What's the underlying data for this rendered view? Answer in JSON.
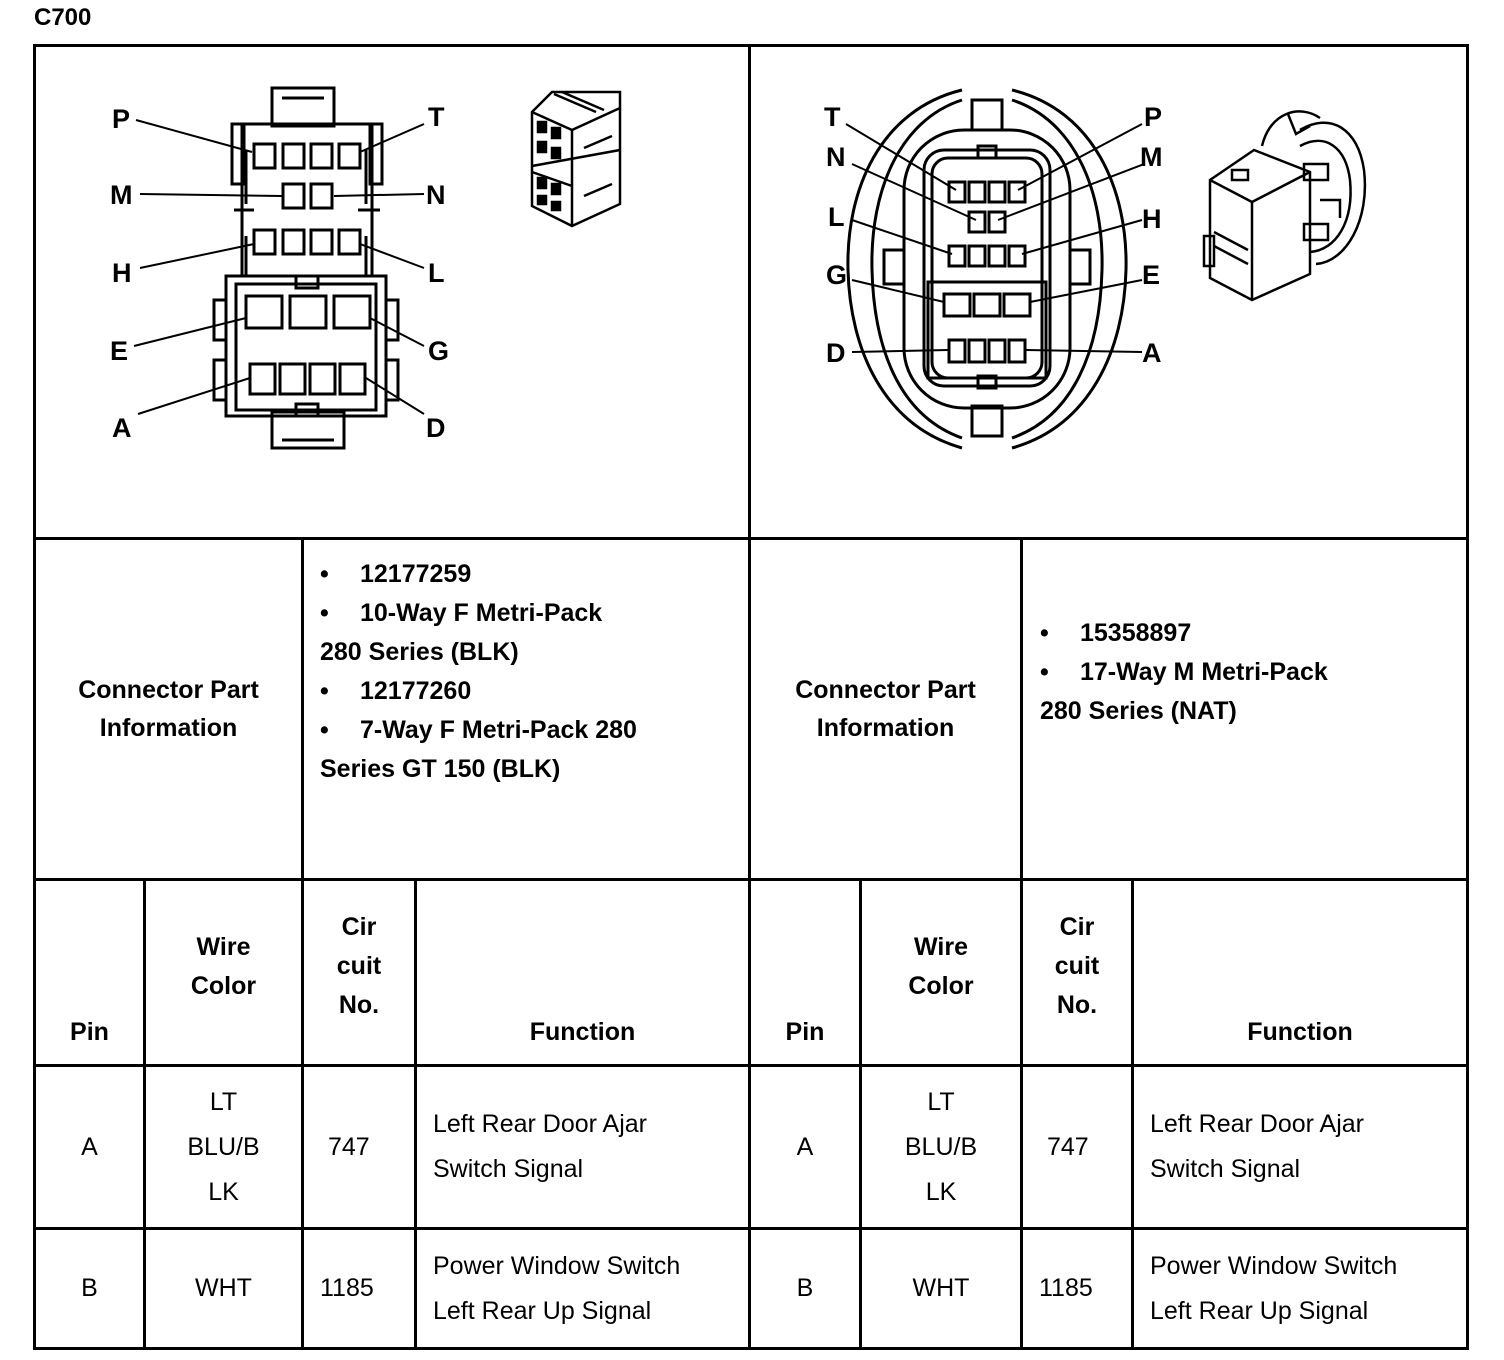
{
  "connector_id": "C700",
  "left": {
    "pin_labels": {
      "P": "P",
      "T": "T",
      "M": "M",
      "N": "N",
      "H": "H",
      "L": "L",
      "E": "E",
      "G": "G",
      "A": "A",
      "D": "D"
    },
    "part_info_label": [
      "Connector Part",
      "Information"
    ],
    "part_info": [
      {
        "bullet": "•",
        "text": "12177259"
      },
      {
        "bullet": "•",
        "text": "10-Way F Metri-Pack",
        "cont": "280 Series (BLK)"
      },
      {
        "bullet": "•",
        "text": "12177260"
      },
      {
        "bullet": "•",
        "text": "7-Way F Metri-Pack 280",
        "cont": "Series GT 150 (BLK)"
      }
    ],
    "headers": {
      "pin": "Pin",
      "wire_color": [
        "Wire",
        "Color"
      ],
      "circuit": [
        "Cir",
        "cuit",
        "No."
      ],
      "function": "Function"
    },
    "rows": [
      {
        "pin": "A",
        "wire": [
          "LT",
          "BLU/B",
          "LK"
        ],
        "circuit": "747",
        "function": [
          "Left Rear Door Ajar",
          "Switch Signal"
        ]
      },
      {
        "pin": "B",
        "wire": [
          "WHT"
        ],
        "circuit": "1185",
        "function": [
          "Power Window Switch",
          "Left Rear Up Signal"
        ]
      }
    ]
  },
  "right": {
    "pin_labels": {
      "T": "T",
      "P": "P",
      "N": "N",
      "M": "M",
      "L": "L",
      "H": "H",
      "G": "G",
      "E": "E",
      "D": "D",
      "A": "A"
    },
    "part_info_label": [
      "Connector Part",
      "Information"
    ],
    "part_info": [
      {
        "bullet": "•",
        "text": "15358897"
      },
      {
        "bullet": "•",
        "text": "17-Way M Metri-Pack",
        "cont": "280 Series (NAT)"
      }
    ],
    "headers": {
      "pin": "Pin",
      "wire_color": [
        "Wire",
        "Color"
      ],
      "circuit": [
        "Cir",
        "cuit",
        "No."
      ],
      "function": "Function"
    },
    "rows": [
      {
        "pin": "A",
        "wire": [
          "LT",
          "BLU/B",
          "LK"
        ],
        "circuit": "747",
        "function": [
          "Left Rear Door Ajar",
          "Switch Signal"
        ]
      },
      {
        "pin": "B",
        "wire": [
          "WHT"
        ],
        "circuit": "1185",
        "function": [
          "Power Window Switch",
          "Left Rear Up Signal"
        ]
      }
    ]
  }
}
